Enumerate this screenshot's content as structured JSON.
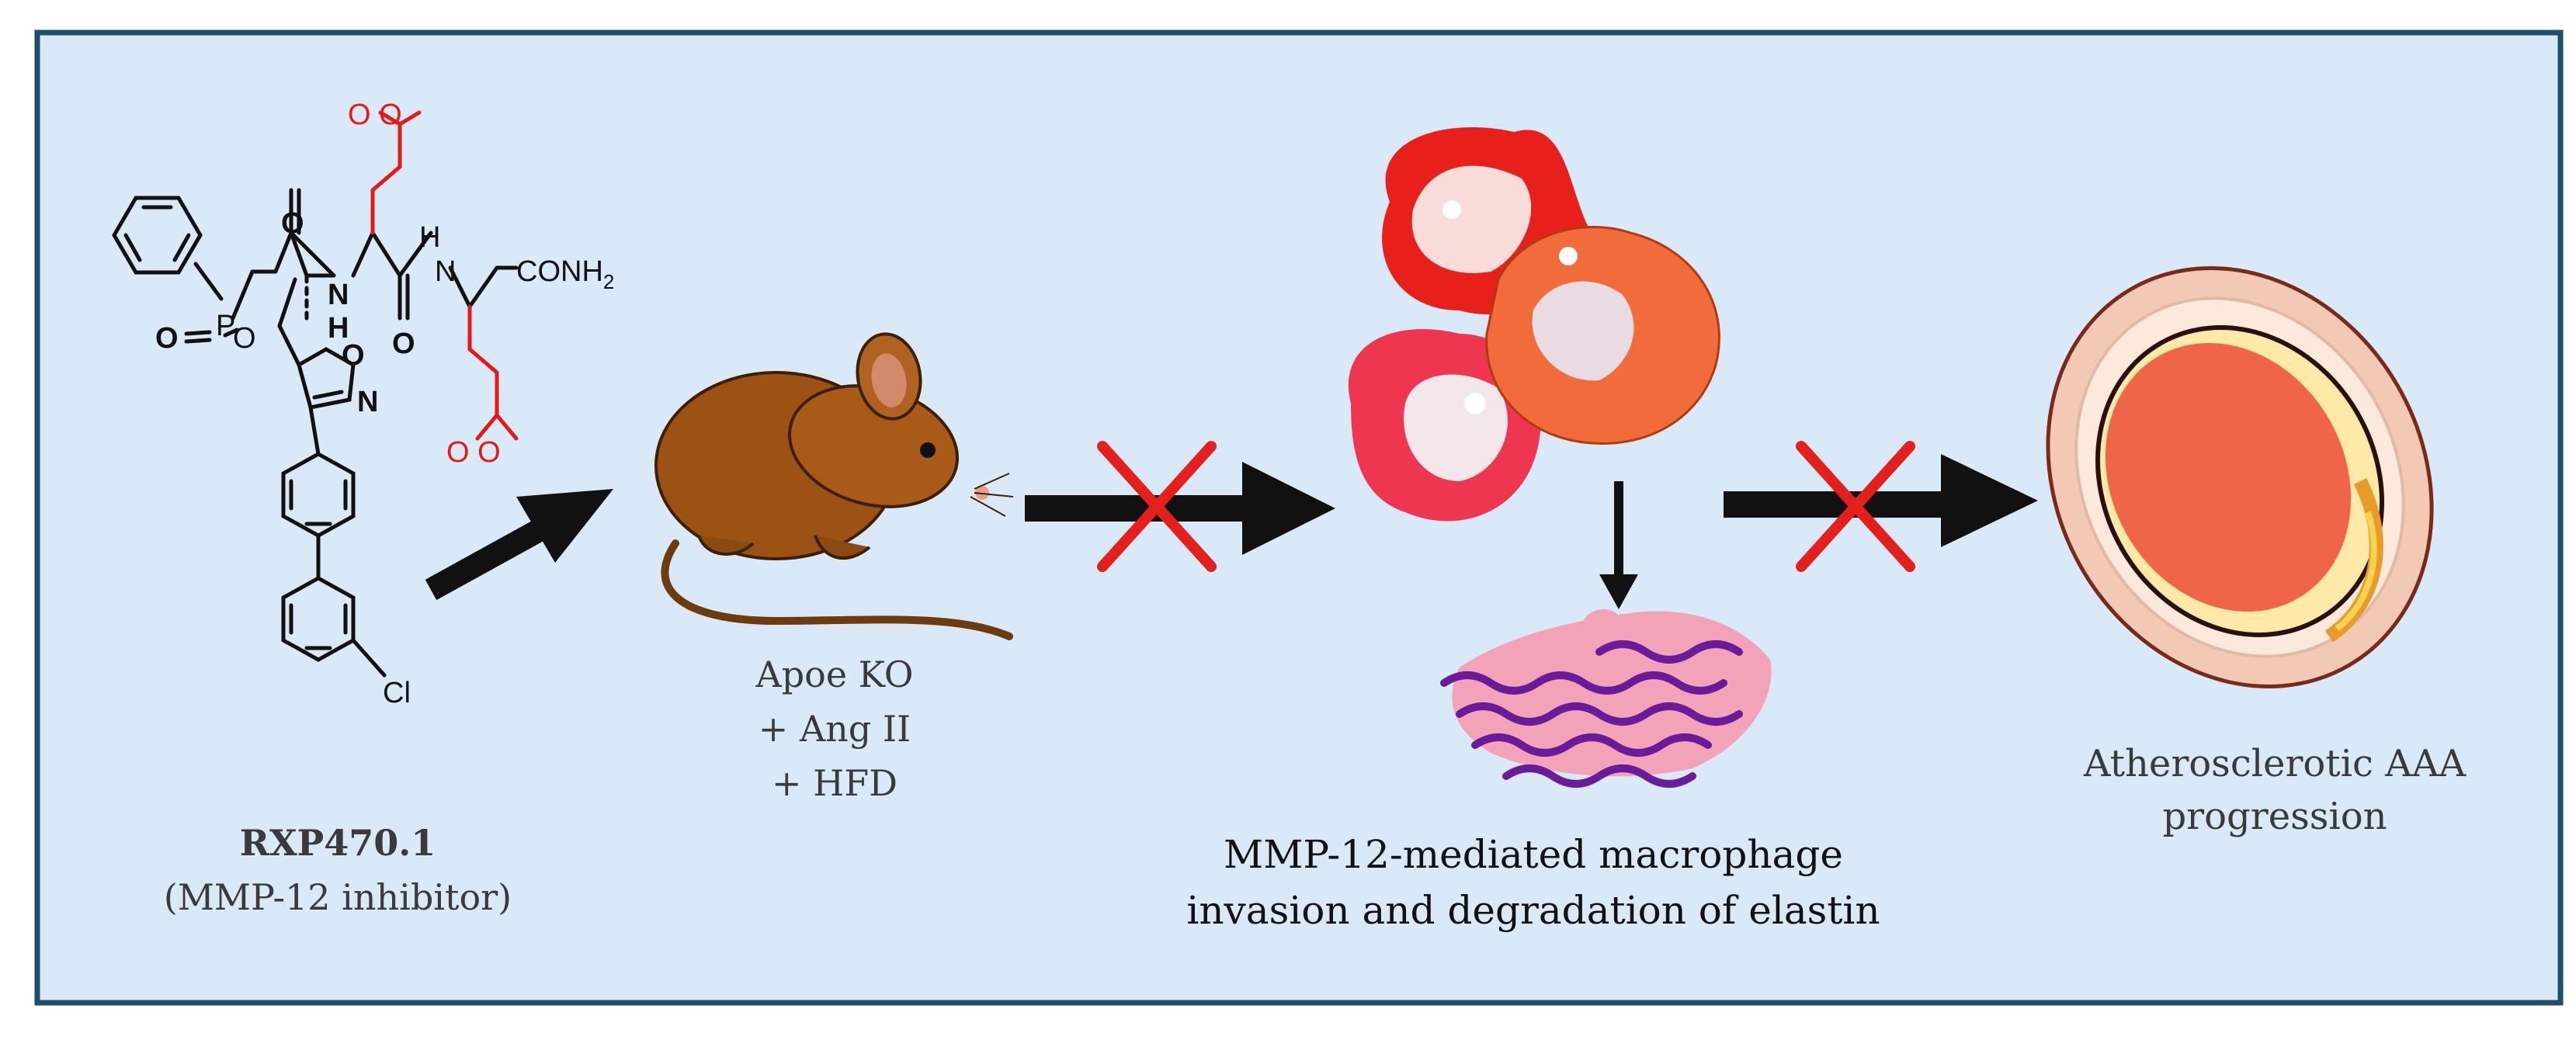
{
  "inhibitor": {
    "name": "RXP470.1",
    "description": "(MMP-12 inhibitor)"
  },
  "structure_atoms": {
    "carboxylate_top": "O O",
    "carboxylate_bottom": "O O",
    "amide_nh_1": "N",
    "amide_h_1": "H",
    "amide_nh_2": "H",
    "amide_n_2": "N",
    "terminal_group": "CONH",
    "terminal_sub": "2",
    "phosphorus": "P",
    "phosphinate_o": "O",
    "ring_o": "O",
    "ring_n": "N",
    "oxygen_a": "O",
    "oxygen_b": "O",
    "chlorine": "Cl"
  },
  "model": {
    "line1": "Apoe KO",
    "line2": "+ Ang II",
    "line3": "+ HFD"
  },
  "mechanism": {
    "line1": "MMP-12-mediated macrophage",
    "line2": "invasion and degradation of elastin"
  },
  "outcome": {
    "line1": "Atherosclerotic AAA",
    "line2": "progression"
  },
  "colors": {
    "panel_fill": "#d9e9f7",
    "panel_border": "#1e4e6b",
    "arrow": "#111111",
    "cross": "#e4201c",
    "chem_red": "#e41a1a"
  }
}
